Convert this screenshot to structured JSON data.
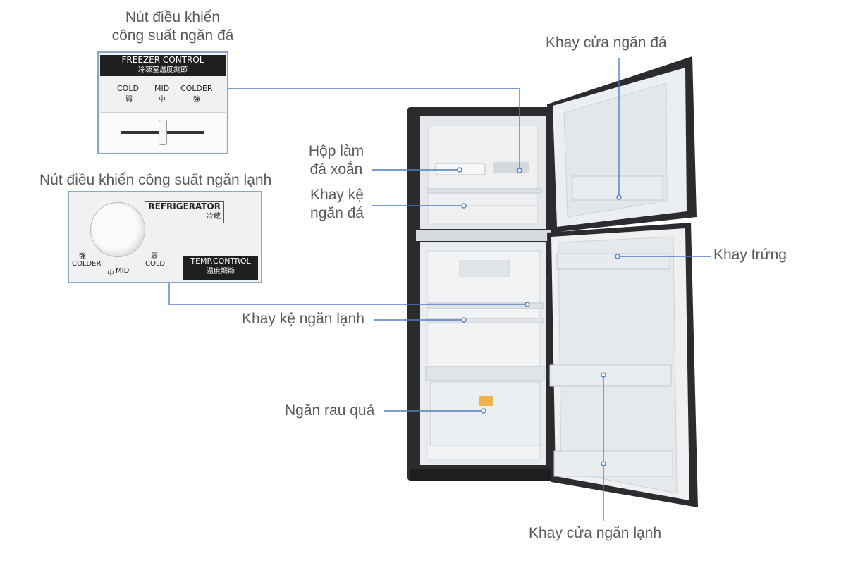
{
  "labels": {
    "freezer_knob_line1": "Nút điều khiển",
    "freezer_knob_line2": "công suất ngăn đá",
    "fridge_knob": "Nút điều khiển công suất ngăn lạnh",
    "ice_maker_line1": "Hộp làm",
    "ice_maker_line2": "đá xoắn",
    "freezer_shelf_line1": "Khay kệ",
    "freezer_shelf_line2": "ngăn đá",
    "fridge_shelf": "Khay kệ ngăn lạnh",
    "crisper": "Ngăn rau quả",
    "freezer_door_tray": "Khay cửa ngăn đá",
    "egg_tray": "Khay trứng",
    "fridge_door_tray": "Khay cửa ngăn lạnh"
  },
  "freezer_panel": {
    "title": "FREEZER CONTROL",
    "subtitle": "冷凍室温度調節",
    "opt1": "COLD",
    "opt1_cjk": "弱",
    "opt2": "MID",
    "opt2_cjk": "中",
    "opt3": "COLDER",
    "opt3_cjk": "強"
  },
  "fridge_panel": {
    "title": "REFRIGERATOR",
    "title_cjk": "冷蔵",
    "badge": "TEMP.CONTROL",
    "badge_cjk": "温度調節",
    "colder_cjk": "強",
    "colder": "COLDER",
    "mid_cjk": "中",
    "mid": "MID",
    "cold_cjk": "弱",
    "cold": "COLD"
  },
  "colors": {
    "leader_line": "#4a7fc0",
    "body": "#2b2b2e",
    "interior": "#e9ecef"
  }
}
